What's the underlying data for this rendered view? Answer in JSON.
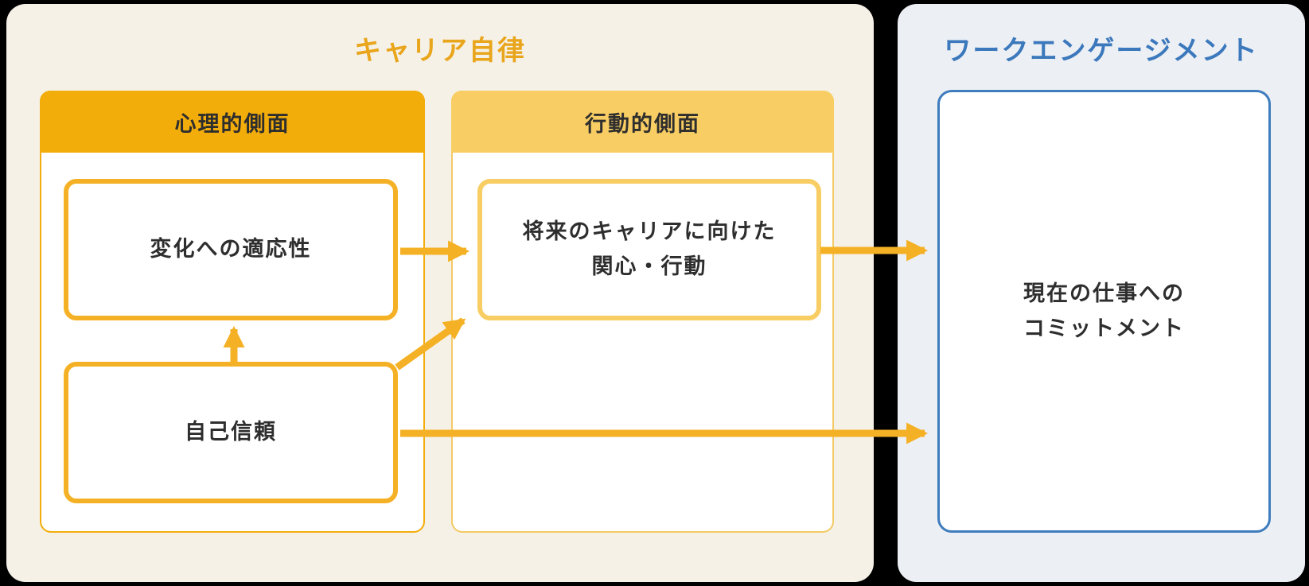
{
  "diagram": {
    "career_title": "キャリア自律",
    "work_title": "ワークエンゲージメント",
    "psych_header": "心理的側面",
    "behav_header": "行動的側面",
    "box_adaptability": "変化への適応性",
    "box_self_trust": "自己信頼",
    "box_future_line1": "将来のキャリアに向けた",
    "box_future_line2": "関心・行動",
    "box_commit_line1": "現在の仕事への",
    "box_commit_line2": "コミットメント"
  },
  "arrows": [
    {
      "from": "変化への適応性",
      "to": "将来のキャリアに向けた関心・行動"
    },
    {
      "from": "自己信頼",
      "to": "変化への適応性"
    },
    {
      "from": "自己信頼",
      "to": "将来のキャリアに向けた関心・行動"
    },
    {
      "from": "将来のキャリアに向けた関心・行動",
      "to": "現在の仕事へのコミットメント"
    },
    {
      "from": "自己信頼",
      "to": "現在の仕事へのコミットメント"
    }
  ],
  "colors": {
    "background": "#000000",
    "career_panel_bg": "#F5F1E7",
    "work_panel_bg": "#ECEFF4",
    "career_title_text": "#E9A51B",
    "work_title_text": "#3B78BC",
    "psych_header_bg": "#F3AD0B",
    "behav_header_bg": "#F8CD63",
    "strong_orange_border": "#F5B125",
    "light_yellow_border": "#F8CD63",
    "commit_box_border": "#3E7CBE",
    "arrow": "#F5B125",
    "box_text": "#2E2E2E"
  }
}
